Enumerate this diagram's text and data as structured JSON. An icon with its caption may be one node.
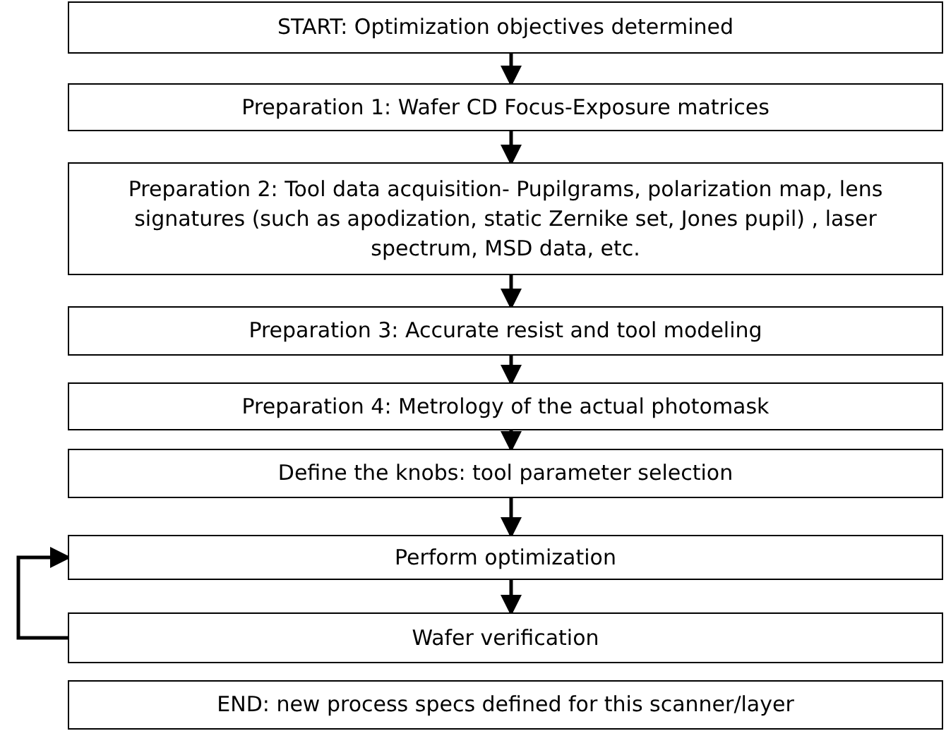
{
  "diagram": {
    "nodes": [
      {
        "text": [
          "START: Optimization objectives determined"
        ]
      },
      {
        "text": [
          "Preparation 1: Wafer CD Focus-Exposure matrices"
        ]
      },
      {
        "text": [
          "Preparation 2: Tool data acquisition- Pupilgrams, polarization map, lens signatures (such as apodization, static Zernike set, Jones pupil) , laser spectrum, MSD data, etc."
        ]
      },
      {
        "text": [
          "Preparation 3: Accurate resist and tool modeling"
        ]
      },
      {
        "text": [
          "Preparation 4: Metrology of the actual photomask"
        ]
      },
      {
        "text": [
          "Define the knobs: tool parameter selection"
        ]
      },
      {
        "text": [
          "Perform optimization"
        ]
      },
      {
        "text": [
          "Wafer verification"
        ]
      },
      {
        "text": [
          "END: new process specs defined for this scanner/layer"
        ]
      }
    ],
    "edges": [
      {
        "from": 0,
        "to": 1,
        "arrow": "to"
      },
      {
        "from": 1,
        "to": 2,
        "arrow": "to"
      },
      {
        "from": 2,
        "to": 3,
        "arrow": "to"
      },
      {
        "from": 3,
        "to": 4,
        "arrow": "to"
      },
      {
        "from": 4,
        "to": 5,
        "arrow": "to"
      },
      {
        "from": 5,
        "to": 6,
        "arrow": "to"
      },
      {
        "from": 6,
        "to": 7,
        "arrow": "to"
      },
      {
        "from": 7,
        "to": 6,
        "arrow": "to"
      }
    ]
  }
}
